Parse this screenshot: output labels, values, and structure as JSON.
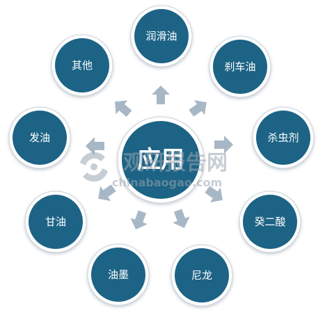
{
  "colors": {
    "node_fill": "#1f6485",
    "node_ring": "#ffffff",
    "node_shadow": "#c9d3db",
    "arrow": "#a7b7c6",
    "watermark": "#9aa6b1"
  },
  "center": {
    "label": "应用"
  },
  "nodes": [
    {
      "label": "润滑油"
    },
    {
      "label": "刹车油"
    },
    {
      "label": "杀虫剂"
    },
    {
      "label": "癸二酸"
    },
    {
      "label": "尼龙"
    },
    {
      "label": "油墨"
    },
    {
      "label": "甘油"
    },
    {
      "label": "发油"
    },
    {
      "label": "其他"
    }
  ],
  "watermark": {
    "title": "观研报告网",
    "url": "chinabaogao.com",
    "icon": "logo-swirl-icon"
  }
}
